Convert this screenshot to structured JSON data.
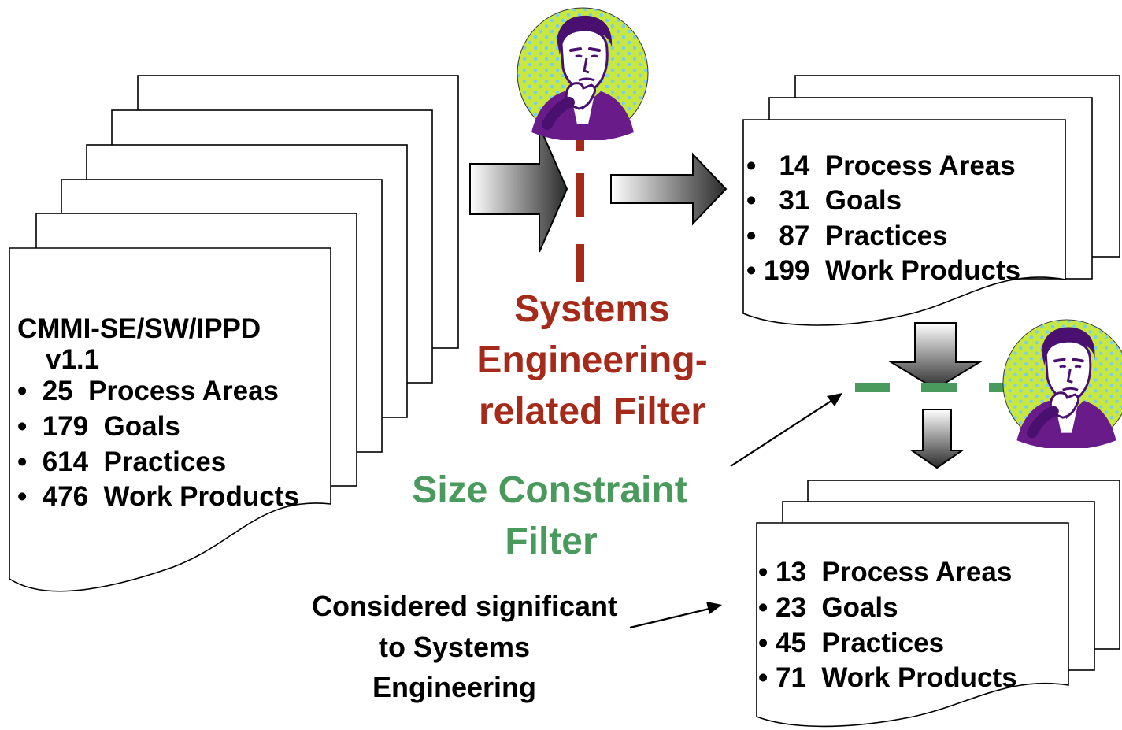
{
  "source_doc": {
    "title": "CMMI-SE/SW/IPPD",
    "version": "v1.1",
    "items": [
      "•  25  Process Areas",
      "•  179  Goals",
      "•  614  Practices",
      "•  476  Work Products"
    ]
  },
  "se_filter": {
    "label_lines": [
      "Systems",
      "Engineering-",
      "related Filter"
    ],
    "color": "#a52a1a"
  },
  "size_filter": {
    "label_lines": [
      "Size Constraint",
      "Filter"
    ],
    "color": "#4a9a5e"
  },
  "significance_note": {
    "lines": [
      "Considered significant",
      "to Systems",
      "Engineering"
    ]
  },
  "se_result_doc": {
    "items": [
      "•   14  Process Areas",
      "•   31  Goals",
      "•   87  Practices",
      "• 199  Work Products"
    ]
  },
  "final_doc": {
    "items": [
      "• 13  Process Areas",
      "• 23  Goals",
      "• 45  Practices",
      "• 71  Work Products"
    ]
  },
  "icons": {
    "thinker": "thinking-man-clipart",
    "arrow": "block-arrow"
  }
}
